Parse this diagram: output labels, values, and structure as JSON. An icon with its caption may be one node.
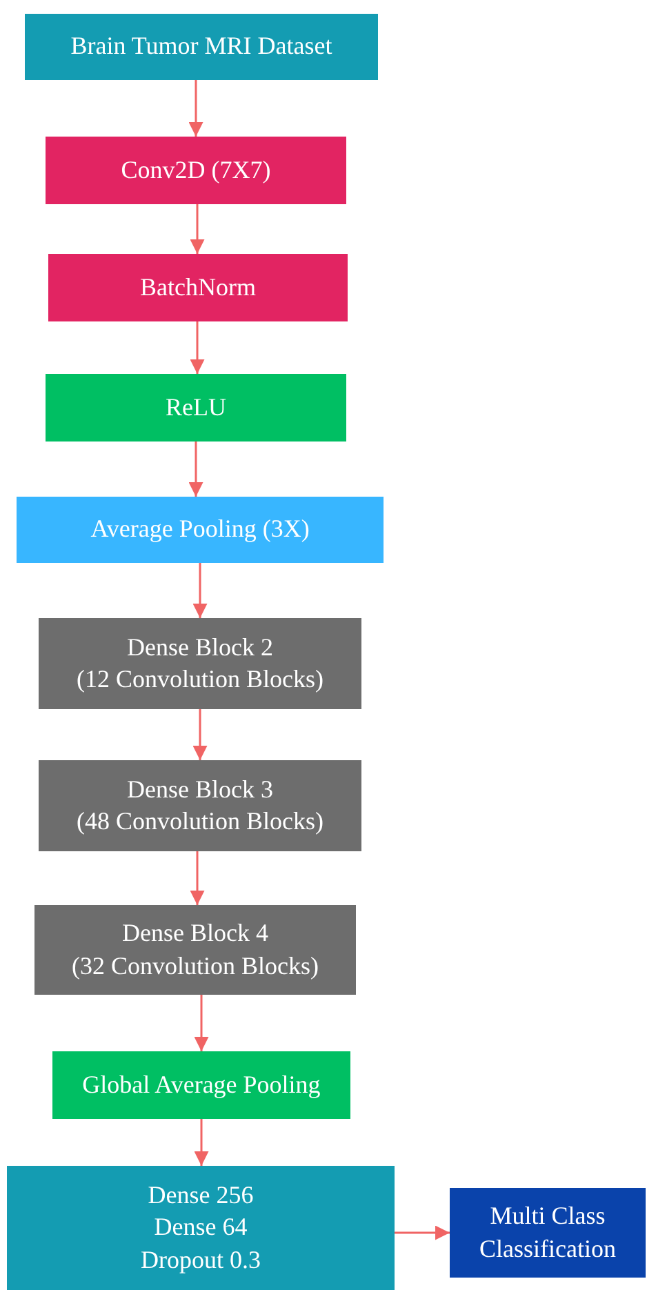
{
  "diagram": {
    "nodes": [
      {
        "text": [
          "Brain Tumor MRI Dataset"
        ]
      },
      {
        "text": [
          "Conv2D (7X7)"
        ]
      },
      {
        "text": [
          "BatchNorm"
        ]
      },
      {
        "text": [
          "ReLU"
        ]
      },
      {
        "text": [
          "Average Pooling (3X)"
        ]
      },
      {
        "text": [
          "Dense Block 2",
          "(12 Convolution Blocks)"
        ]
      },
      {
        "text": [
          "Dense Block 3",
          "(48 Convolution Blocks)"
        ]
      },
      {
        "text": [
          "Dense Block 4",
          "(32 Convolution Blocks)"
        ]
      },
      {
        "text": [
          "Global Average Pooling"
        ]
      },
      {
        "text": [
          "Dense 256",
          "Dense 64",
          "Dropout 0.3"
        ]
      },
      {
        "text": [
          "Multi Class Classification"
        ]
      }
    ],
    "edges": [
      {
        "from": 0,
        "to": 1,
        "arrow": "to"
      },
      {
        "from": 1,
        "to": 2,
        "arrow": "to"
      },
      {
        "from": 2,
        "to": 3,
        "arrow": "to"
      },
      {
        "from": 3,
        "to": 4,
        "arrow": "to"
      },
      {
        "from": 4,
        "to": 5,
        "arrow": "to"
      },
      {
        "from": 5,
        "to": 6,
        "arrow": "to"
      },
      {
        "from": 6,
        "to": 7,
        "arrow": "to"
      },
      {
        "from": 7,
        "to": 8,
        "arrow": "to"
      },
      {
        "from": 8,
        "to": 9,
        "arrow": "to"
      },
      {
        "from": 9,
        "to": 10,
        "arrow": "to"
      }
    ]
  }
}
